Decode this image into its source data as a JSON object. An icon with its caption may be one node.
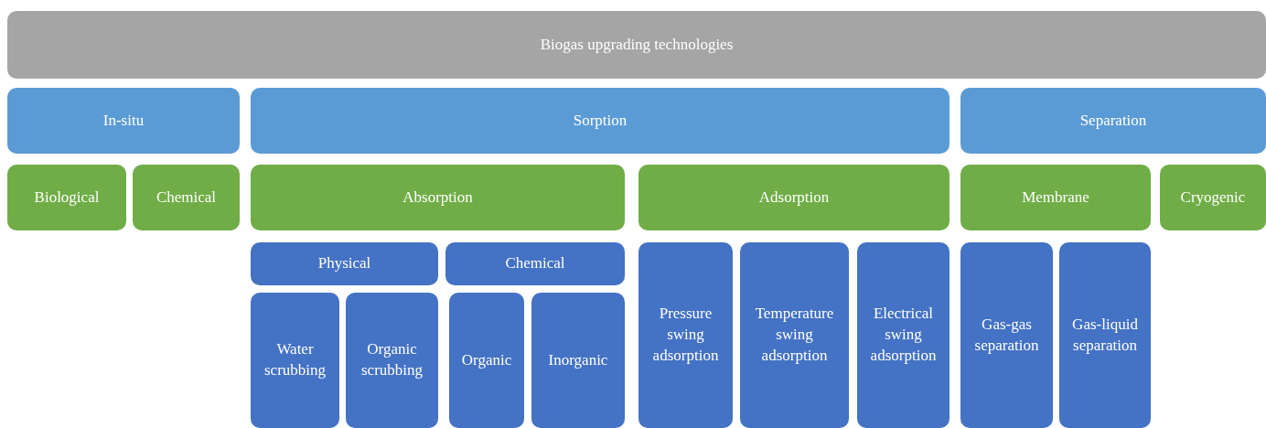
{
  "diagram": {
    "nodes": [
      {
        "text": [
          "Biogas upgrading technologies"
        ]
      },
      {
        "text": [
          "In-situ"
        ]
      },
      {
        "text": [
          "Sorption"
        ]
      },
      {
        "text": [
          "Separation"
        ]
      },
      {
        "text": [
          "Biological"
        ]
      },
      {
        "text": [
          "Chemical"
        ]
      },
      {
        "text": [
          "Absorption"
        ]
      },
      {
        "text": [
          "Adsorption"
        ]
      },
      {
        "text": [
          "Membrane"
        ]
      },
      {
        "text": [
          "Cryogenic"
        ]
      },
      {
        "text": [
          "Physical"
        ]
      },
      {
        "text": [
          "Chemical"
        ]
      },
      {
        "text": [
          "Pressure swing adsorption"
        ]
      },
      {
        "text": [
          "Temperature swing adsorption"
        ]
      },
      {
        "text": [
          "Electrical swing adsorption"
        ]
      },
      {
        "text": [
          "Gas-gas separation"
        ]
      },
      {
        "text": [
          "Gas-liquid separation"
        ]
      },
      {
        "text": [
          "Water scrubbing"
        ]
      },
      {
        "text": [
          "Organic scrubbing"
        ]
      },
      {
        "text": [
          "Organic"
        ]
      },
      {
        "text": [
          "Inorganic"
        ]
      }
    ]
  }
}
